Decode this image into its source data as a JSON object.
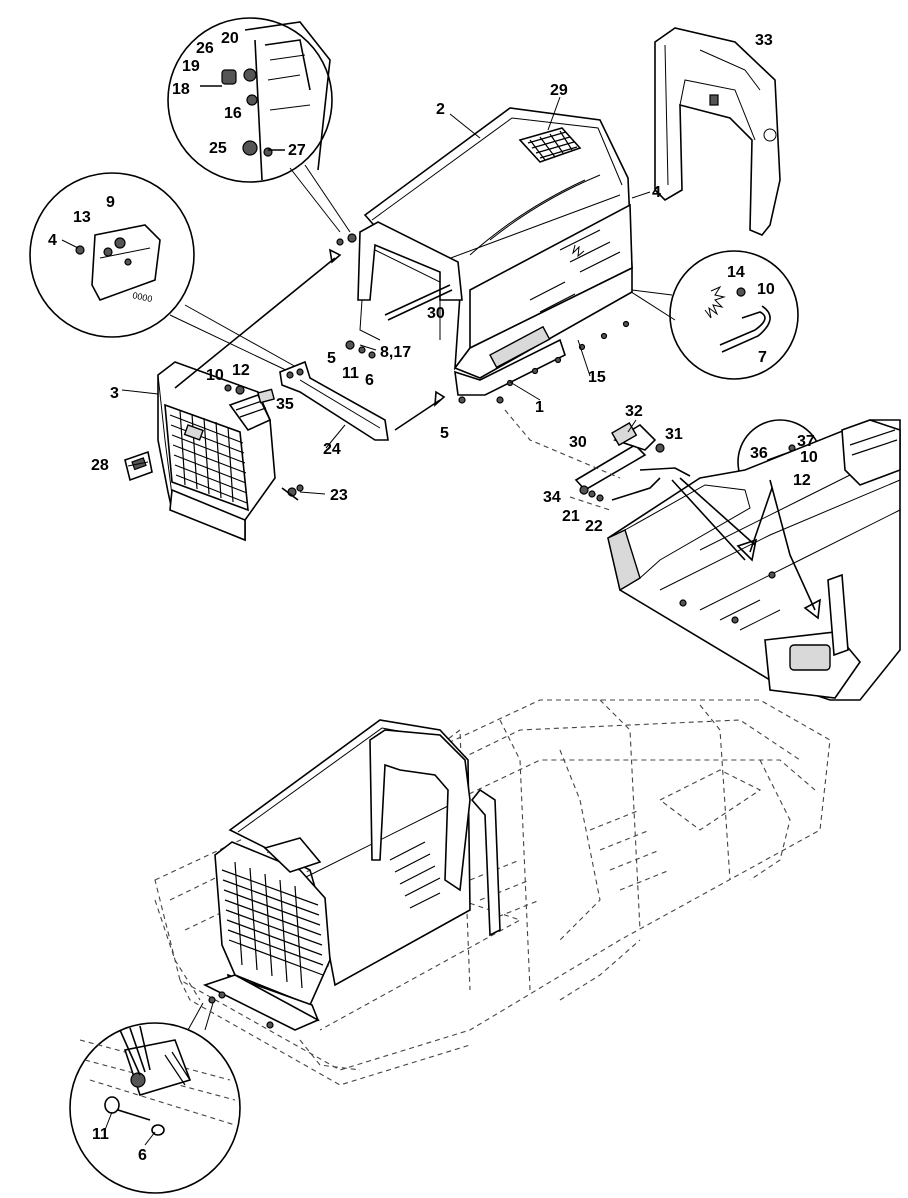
{
  "labels": {
    "l1": "1",
    "l2": "2",
    "l3": "3",
    "l4a": "4",
    "l4b": "4",
    "l5a": "5",
    "l5b": "5",
    "l6a": "6",
    "l6b": "6",
    "l7": "7",
    "l8": "8,17",
    "l9": "9",
    "l10a": "10",
    "l10b": "10",
    "l10c": "10",
    "l11a": "11",
    "l11b": "11",
    "l12a": "12",
    "l12b": "12",
    "l13": "13",
    "l14": "14",
    "l15": "15",
    "l16": "16",
    "l18": "18",
    "l19": "19",
    "l20": "20",
    "l21": "21",
    "l22": "22",
    "l23": "23",
    "l24": "24",
    "l25": "25",
    "l26": "26",
    "l27": "27",
    "l28": "28",
    "l29": "29",
    "l30a": "30",
    "l30b": "30",
    "l31": "31",
    "l32": "32",
    "l33": "33",
    "l34": "34",
    "l35": "35",
    "l36": "36",
    "l37": "37"
  },
  "decals": {
    "d1": "0000"
  }
}
